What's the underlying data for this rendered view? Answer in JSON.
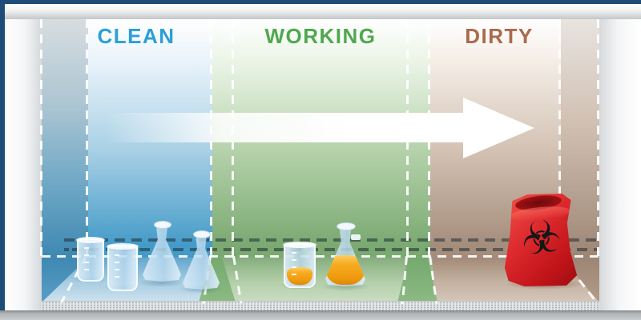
{
  "diagram": {
    "name": "biosafety-cabinet-work-zones",
    "description_items": "three-zone hood workspace with left-to-right workflow arrow"
  },
  "zones": [
    {
      "id": "clean",
      "label": "CLEAN",
      "label_color": "#2b9fd8",
      "wall_color": "#449bc8",
      "floor_color": "#cfe3ef",
      "items": [
        "empty-beaker",
        "empty-beaker",
        "empty-flask",
        "empty-flask"
      ]
    },
    {
      "id": "working",
      "label": "WORKING",
      "label_color": "#4fa84f",
      "wall_color": "#7aa971",
      "floor_color": "#cbddc2",
      "items": [
        "beaker-with-orange-sample",
        "flask-with-orange-sample"
      ],
      "sample_color": "#f7a91f"
    },
    {
      "id": "dirty",
      "label": "DIRTY",
      "label_color": "#aa6a4c",
      "wall_color": "#a58d7c",
      "floor_color": "#d6c7b9",
      "items": [
        "red-biohazard-waste-bag"
      ],
      "bag_color": "#d31f25"
    }
  ],
  "arrow": {
    "direction": "left-to-right",
    "color": "#ffffff"
  },
  "icons": {
    "biohazard_glyph": "☣"
  },
  "frame": {
    "border_color": "#1e4c78"
  }
}
